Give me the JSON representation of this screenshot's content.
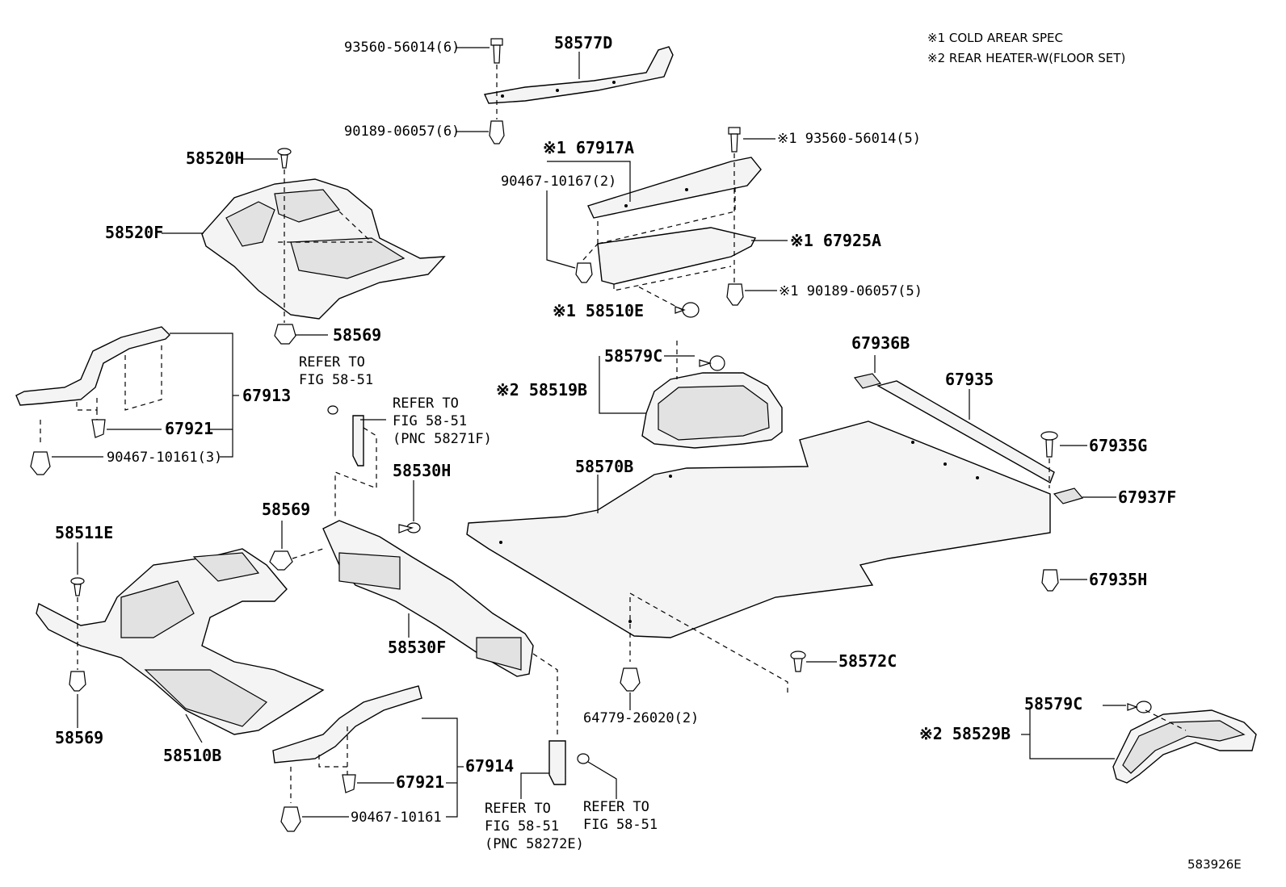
{
  "notes": [
    "※1 COLD AREAR SPEC",
    "※2 REAR HEATER-W(FLOOR SET)"
  ],
  "diagram_id": "583926E",
  "labels": {
    "p93560_56014_6": "93560-56014(6)",
    "p58577D": "58577D",
    "p90189_06057_6": "90189-06057(6)",
    "p58520H": "58520H",
    "p58520F": "58520F",
    "p58569_top": "58569",
    "refer_a_1": "REFER TO",
    "refer_a_2": "FIG 58-51",
    "p67913": "67913",
    "p67921_a": "67921",
    "p90467_10161_3": "90467-10161(3)",
    "refer_b_1": "REFER TO",
    "refer_b_2": "FIG 58-51",
    "refer_b_3": "(PNC 58271F)",
    "p58530H": "58530H",
    "p58569_mid": "58569",
    "p58511E": "58511E",
    "p58530F": "58530F",
    "p58569_left": "58569",
    "p58510B": "58510B",
    "p67914": "67914",
    "p67921_b": "67921",
    "p90467_10161": "90467-10161",
    "refer_c_1": "REFER TO",
    "refer_c_2": "FIG 58-51",
    "refer_c_3": "(PNC 58272E)",
    "refer_d_1": "REFER TO",
    "refer_d_2": "FIG 58-51",
    "p67917A": "※1 67917A",
    "p90467_10167_2": "90467-10167(2)",
    "p93560_56014_5": "※1 93560-56014(5)",
    "p67925A": "※1 67925A",
    "p90189_06057_5": "※1 90189-06057(5)",
    "p58510E": "※1 58510E",
    "p58579C_a": "58579C",
    "p58519B": "※2 58519B",
    "p58570B": "58570B",
    "p67936B": "67936B",
    "p67935": "67935",
    "p67935G": "67935G",
    "p67937F": "67937F",
    "p67935H": "67935H",
    "p58572C": "58572C",
    "p64779_26020_2": "64779-26020(2)",
    "p58579C_b": "58579C",
    "p58529B": "※2 58529B"
  }
}
